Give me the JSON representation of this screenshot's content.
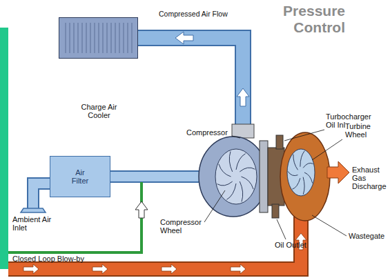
{
  "diagram": {
    "title": "Pressure Control",
    "nodes": [
      {
        "text": [
          "Charge Air Cooler"
        ]
      },
      {
        "text": [
          "Air Filter"
        ]
      }
    ],
    "labels": [
      "Compressed Air Flow",
      "Compressor",
      "Turbocharger Oil Inlet",
      "Turbine Wheel",
      "Exhaust Gas Discharge",
      "Compressor Wheel",
      "Wastegate",
      "Ambient Air Inlet",
      "Oil Outlet",
      "Closed Loop Blow-by"
    ]
  }
}
